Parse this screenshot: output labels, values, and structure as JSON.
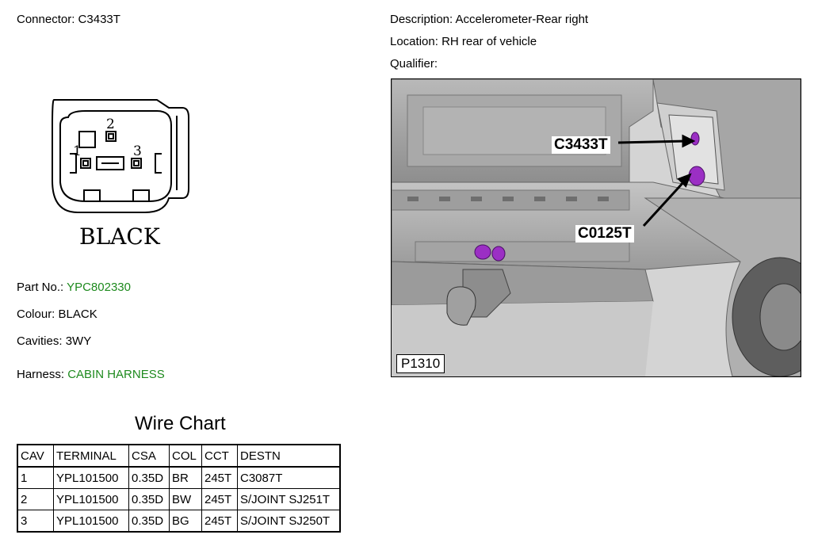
{
  "connector": {
    "label": "Connector:",
    "value": "C3433T"
  },
  "description": {
    "label": "Description:",
    "value": "Accelerometer-Rear right"
  },
  "location": {
    "label": "Location:",
    "value": "RH rear of vehicle"
  },
  "qualifier": {
    "label": "Qualifier:",
    "value": ""
  },
  "drawing": {
    "pin_labels": [
      "1",
      "2",
      "3"
    ],
    "colour_caption": "BLACK"
  },
  "part_no": {
    "label": "Part No.:",
    "value": "YPC802330"
  },
  "colour": {
    "label": "Colour:",
    "value": "BLACK"
  },
  "cavities": {
    "label": "Cavities:",
    "value": "3WY"
  },
  "harness": {
    "label": "Harness:",
    "value": "CABIN HARNESS"
  },
  "photo": {
    "callouts": [
      "C3433T",
      "C0125T"
    ],
    "id": "P1310",
    "highlight_color": "#9b2fc4"
  },
  "wire_chart": {
    "title": "Wire Chart",
    "headers": [
      "CAV",
      "TERMINAL",
      "CSA",
      "COL",
      "CCT",
      "DESTN"
    ],
    "rows": [
      [
        "1",
        "YPL101500",
        "0.35D",
        "BR",
        "245T",
        "C3087T"
      ],
      [
        "2",
        "YPL101500",
        "0.35D",
        "BW",
        "245T",
        "S/JOINT SJ251T"
      ],
      [
        "3",
        "YPL101500",
        "0.35D",
        "BG",
        "245T",
        "S/JOINT SJ250T"
      ]
    ]
  },
  "colors": {
    "link_green": "#1e8a1e"
  }
}
